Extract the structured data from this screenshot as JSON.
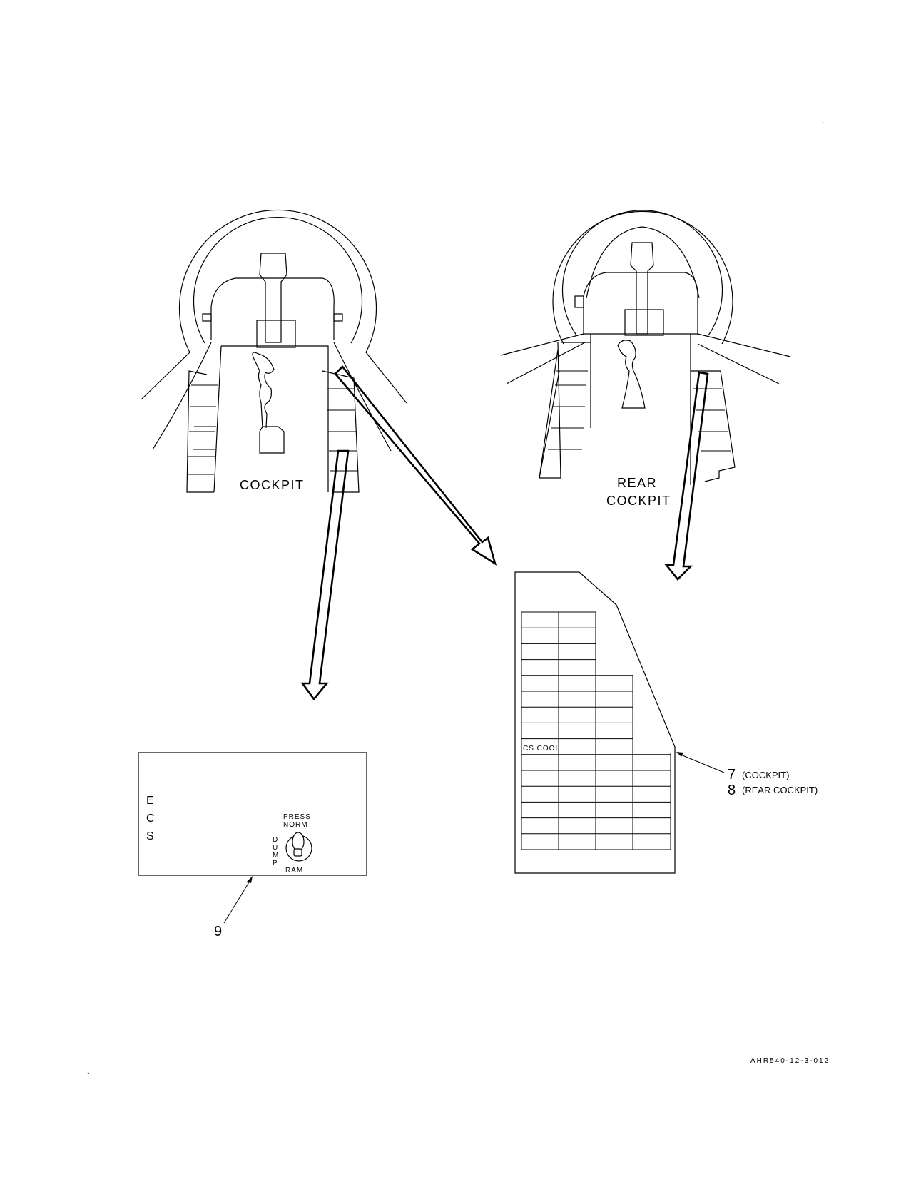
{
  "cockpit_view": {
    "label": "COCKPIT"
  },
  "rear_cockpit_view": {
    "label_line1": "REAR",
    "label_line2": "COCKPIT"
  },
  "ecs_panel": {
    "letters": [
      "E",
      "C",
      "S"
    ],
    "switch_positions": {
      "press": "PRESS",
      "norm": "NORM",
      "dump": "DUMP",
      "ram": "RAM"
    },
    "callout_number": "9"
  },
  "circuit_breaker_panel": {
    "cb_label": "CS COOL",
    "callouts": [
      {
        "number": "7",
        "description": "(COCKPIT)"
      },
      {
        "number": "8",
        "description": "(REAR COCKPIT)"
      }
    ]
  },
  "figure_id": "AHR540-12-3-012",
  "stray_marks": [
    "`",
    "`"
  ]
}
